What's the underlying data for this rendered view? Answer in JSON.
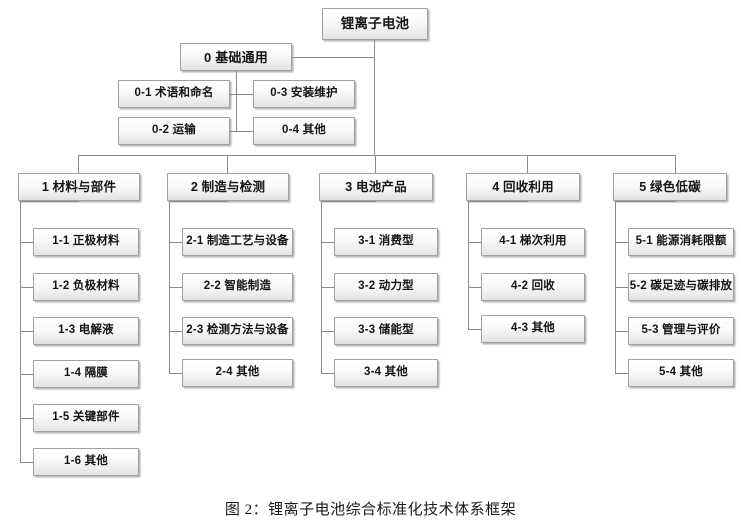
{
  "diagram": {
    "root": {
      "label": "锂离子电池"
    },
    "basic": {
      "label": "0 基础通用",
      "children": [
        {
          "label": "0-1 术语和命名"
        },
        {
          "label": "0-2 运输"
        },
        {
          "label": "0-3 安装维护"
        },
        {
          "label": "0-4 其他"
        }
      ]
    },
    "columns": [
      {
        "label": "1 材料与部件",
        "children": [
          {
            "label": "1-1 正极材料"
          },
          {
            "label": "1-2 负极材料"
          },
          {
            "label": "1-3 电解液"
          },
          {
            "label": "1-4 隔膜"
          },
          {
            "label": "1-5 关键部件"
          },
          {
            "label": "1-6 其他"
          }
        ]
      },
      {
        "label": "2 制造与检测",
        "children": [
          {
            "label": "2-1 制造工艺与设备"
          },
          {
            "label": "2-2 智能制造"
          },
          {
            "label": "2-3 检测方法与设备"
          },
          {
            "label": "2-4 其他"
          }
        ]
      },
      {
        "label": "3 电池产品",
        "children": [
          {
            "label": "3-1 消费型"
          },
          {
            "label": "3-2 动力型"
          },
          {
            "label": "3-3 储能型"
          },
          {
            "label": "3-4 其他"
          }
        ]
      },
      {
        "label": "4 回收利用",
        "children": [
          {
            "label": "4-1 梯次利用"
          },
          {
            "label": "4-2 回收"
          },
          {
            "label": "4-3 其他"
          }
        ]
      },
      {
        "label": "5 绿色低碳",
        "children": [
          {
            "label": "5-1 能源消耗限额"
          },
          {
            "label": "5-2 碳足迹与碳排放"
          },
          {
            "label": "5-3 管理与评价"
          },
          {
            "label": "5-4 其他"
          }
        ]
      }
    ]
  },
  "caption": {
    "text": "图 2：锂离子电池综合标准化技术体系框架"
  },
  "colors": {
    "box_border": "#a0a0a0",
    "box_fill_top": "#ffffff",
    "box_fill_bottom": "#e2e2e2",
    "connector": "#8a8a8a",
    "text": "#141414"
  }
}
